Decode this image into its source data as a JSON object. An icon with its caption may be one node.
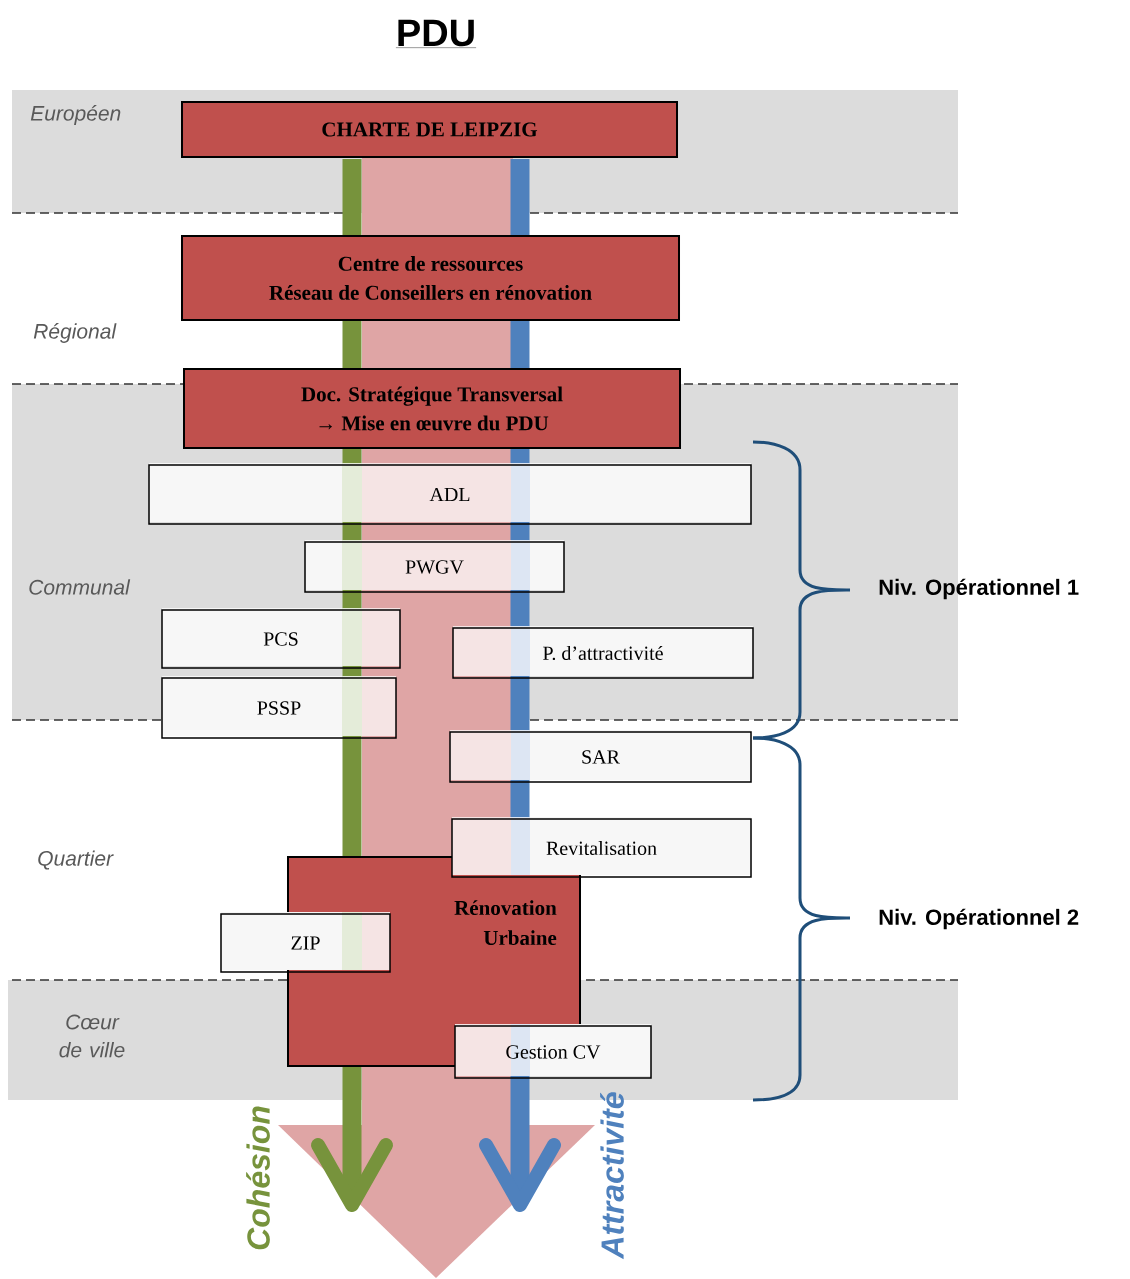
{
  "diagram": {
    "title": "PDU",
    "nodes": [
      {
        "text": [
          "CHARTE DE LEIPZIG"
        ]
      },
      {
        "text": [
          "Centre de ressources",
          "Réseau de Conseillers en rénovation"
        ]
      },
      {
        "text": [
          "Doc. Stratégique Transversal",
          "→ Mise en œuvre du PDU"
        ]
      },
      {
        "text": [
          "ADL"
        ]
      },
      {
        "text": [
          "PWGV"
        ]
      },
      {
        "text": [
          "PCS"
        ]
      },
      {
        "text": [
          "P. d’attractivité"
        ]
      },
      {
        "text": [
          "PSSP"
        ]
      },
      {
        "text": [
          "SAR"
        ]
      },
      {
        "text": [
          "Revitalisation"
        ]
      },
      {
        "text": [
          "Rénovation Urbaine"
        ]
      },
      {
        "text": [
          "ZIP"
        ]
      },
      {
        "text": [
          "Gestion CV"
        ]
      }
    ],
    "labels": [
      "Européen",
      "Régional",
      "Communal",
      "Niv. Opérationnel 1",
      "Quartier",
      "Niv. Opérationnel 2",
      "Cœur de ville",
      "Cohésion",
      "Attractivité"
    ]
  }
}
